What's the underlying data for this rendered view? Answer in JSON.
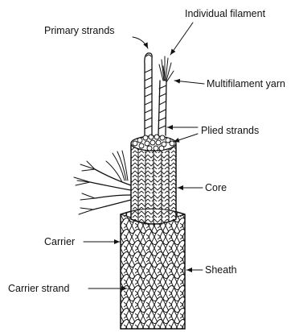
{
  "diagram": {
    "labels": {
      "individual_filament": "Individual filament",
      "primary_strands": "Primary strands",
      "multifilament_yarn": "Multifilament yarn",
      "plied_strands": "Plied strands",
      "core": "Core",
      "carrier": "Carrier",
      "sheath": "Sheath",
      "carrier_strand": "Carrier strand"
    }
  }
}
